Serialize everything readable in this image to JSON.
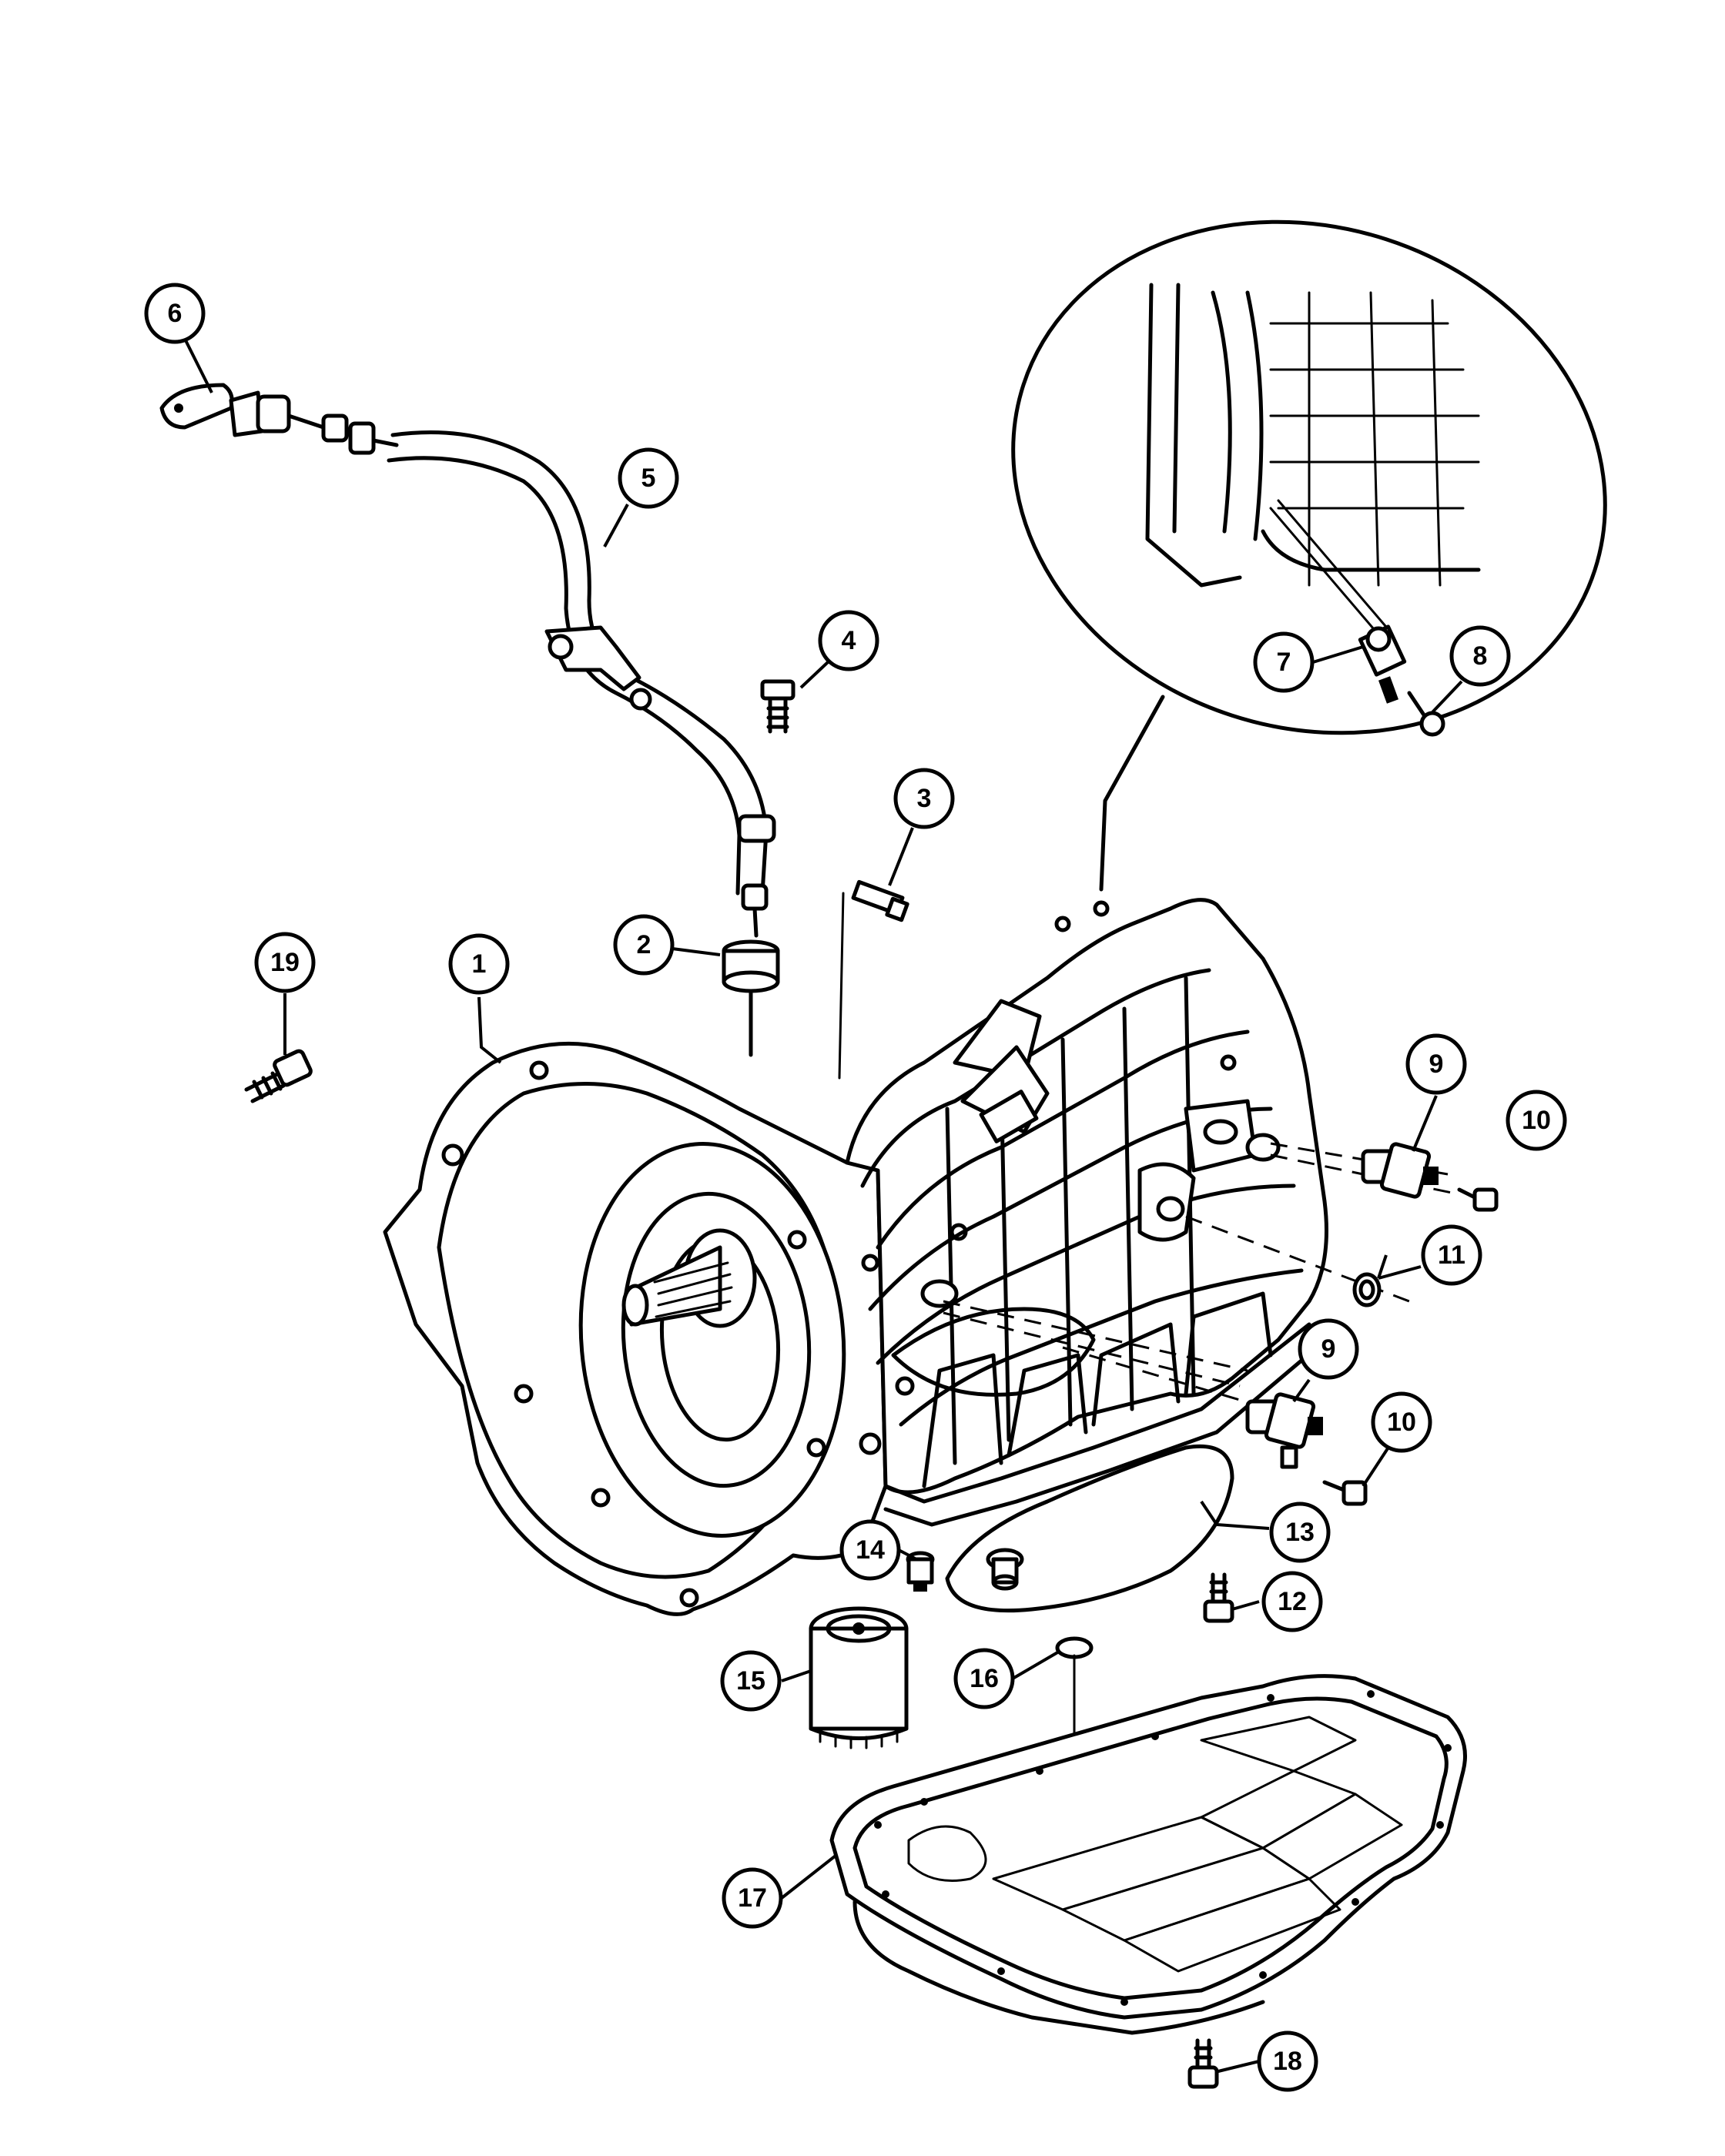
{
  "diagram": {
    "callouts": [
      {
        "id": "c6",
        "label": "6"
      },
      {
        "id": "c5",
        "label": "5"
      },
      {
        "id": "c4",
        "label": "4"
      },
      {
        "id": "c3",
        "label": "3"
      },
      {
        "id": "c2",
        "label": "2"
      },
      {
        "id": "c1",
        "label": "1"
      },
      {
        "id": "c19",
        "label": "19"
      },
      {
        "id": "c7",
        "label": "7"
      },
      {
        "id": "c8",
        "label": "8"
      },
      {
        "id": "c9a",
        "label": "9"
      },
      {
        "id": "c10a",
        "label": "10"
      },
      {
        "id": "c11",
        "label": "11"
      },
      {
        "id": "c9b",
        "label": "9"
      },
      {
        "id": "c10b",
        "label": "10"
      },
      {
        "id": "c13",
        "label": "13"
      },
      {
        "id": "c14",
        "label": "14"
      },
      {
        "id": "c12",
        "label": "12"
      },
      {
        "id": "c15",
        "label": "15"
      },
      {
        "id": "c16",
        "label": "16"
      },
      {
        "id": "c17",
        "label": "17"
      },
      {
        "id": "c18",
        "label": "18"
      }
    ]
  }
}
